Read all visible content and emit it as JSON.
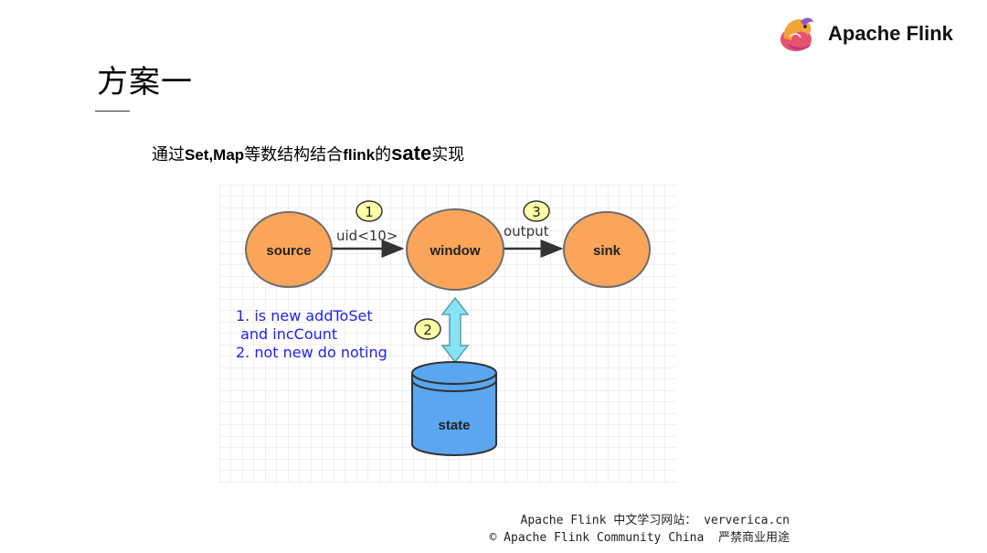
{
  "brand": {
    "logo_text": "Apache Flink",
    "icon": "flink-squirrel-logo"
  },
  "slide": {
    "title": "方案一",
    "subtitle": {
      "p1": "通过",
      "p2": "Set,Map",
      "p3": "等数结构结合",
      "p4": "flink",
      "p5": "的",
      "p6": "sate",
      "p7": "实现"
    }
  },
  "diagram": {
    "nodes": {
      "source": "source",
      "window": "window",
      "sink": "sink",
      "state": "state"
    },
    "steps": {
      "step1": {
        "number": "1",
        "label": "uid<10>"
      },
      "step2": {
        "number": "2"
      },
      "step3": {
        "number": "3",
        "label": "output"
      }
    },
    "note": {
      "line1": "1. is new addToSet",
      "line2": " and incCount",
      "line3": "2. not new do noting"
    },
    "colors": {
      "node_fill": "#FBA55A",
      "state_fill": "#5AA6F0",
      "badge_fill": "#FFFFA8",
      "note_text": "#2222EE",
      "double_arrow": "#86E4F4"
    }
  },
  "footer": {
    "line1": "Apache Flink 中文学习网站： ververica.cn",
    "line2": "© Apache Flink Community China  严禁商业用途"
  }
}
